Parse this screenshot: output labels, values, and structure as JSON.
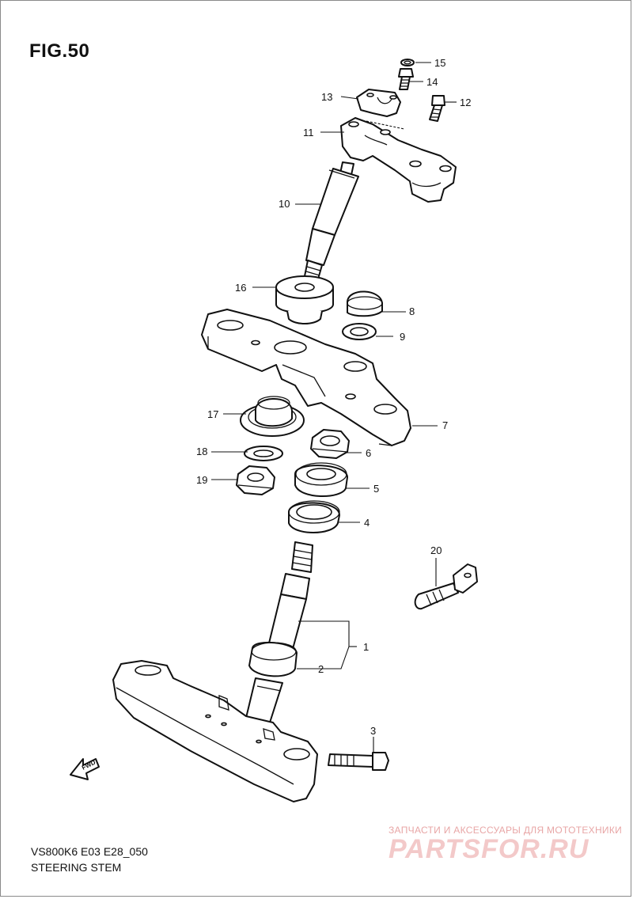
{
  "figure": {
    "title": "FIG.50",
    "code": "VS800K6 E03 E28_050",
    "name": "STEERING STEM"
  },
  "watermark": {
    "tagline": "ЗАПЧАСТИ И АКСЕССУАРЫ ДЛЯ МОТОТЕХНИКИ",
    "brand": "PARTSFOR.RU"
  },
  "direction_marker": {
    "label": "FWD",
    "icon": "fwd-arrow-icon"
  },
  "parts": [
    {
      "key": "p1",
      "number": "1"
    },
    {
      "key": "p2",
      "number": "2"
    },
    {
      "key": "p3",
      "number": "3"
    },
    {
      "key": "p4",
      "number": "4"
    },
    {
      "key": "p5",
      "number": "5"
    },
    {
      "key": "p6",
      "number": "6"
    },
    {
      "key": "p7",
      "number": "7"
    },
    {
      "key": "p8",
      "number": "8"
    },
    {
      "key": "p9",
      "number": "9"
    },
    {
      "key": "p10",
      "number": "10"
    },
    {
      "key": "p11",
      "number": "11"
    },
    {
      "key": "p12",
      "number": "12"
    },
    {
      "key": "p13",
      "number": "13"
    },
    {
      "key": "p14",
      "number": "14"
    },
    {
      "key": "p15",
      "number": "15"
    },
    {
      "key": "p16",
      "number": "16"
    },
    {
      "key": "p17",
      "number": "17"
    },
    {
      "key": "p18",
      "number": "18"
    },
    {
      "key": "p19",
      "number": "19"
    },
    {
      "key": "p20",
      "number": "20"
    }
  ]
}
